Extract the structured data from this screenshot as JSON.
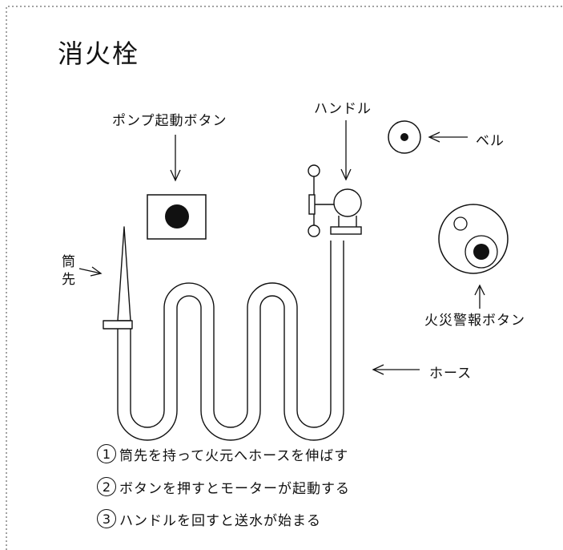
{
  "title": "消火栓",
  "labels": {
    "pump_button": "ポンプ起動ボタン",
    "handle": "ハンドル",
    "bell": "ベル",
    "nozzle_line1": "筒",
    "nozzle_line2": "先",
    "alarm_button": "火災警報ボタン",
    "hose": "ホース"
  },
  "steps": [
    {
      "num": "1",
      "text": "筒先を持って火元へホースを伸ばす"
    },
    {
      "num": "2",
      "text": "ボタンを押すとモーターが起動する"
    },
    {
      "num": "3",
      "text": "ハンドルを回すと送水が始まる"
    }
  ]
}
